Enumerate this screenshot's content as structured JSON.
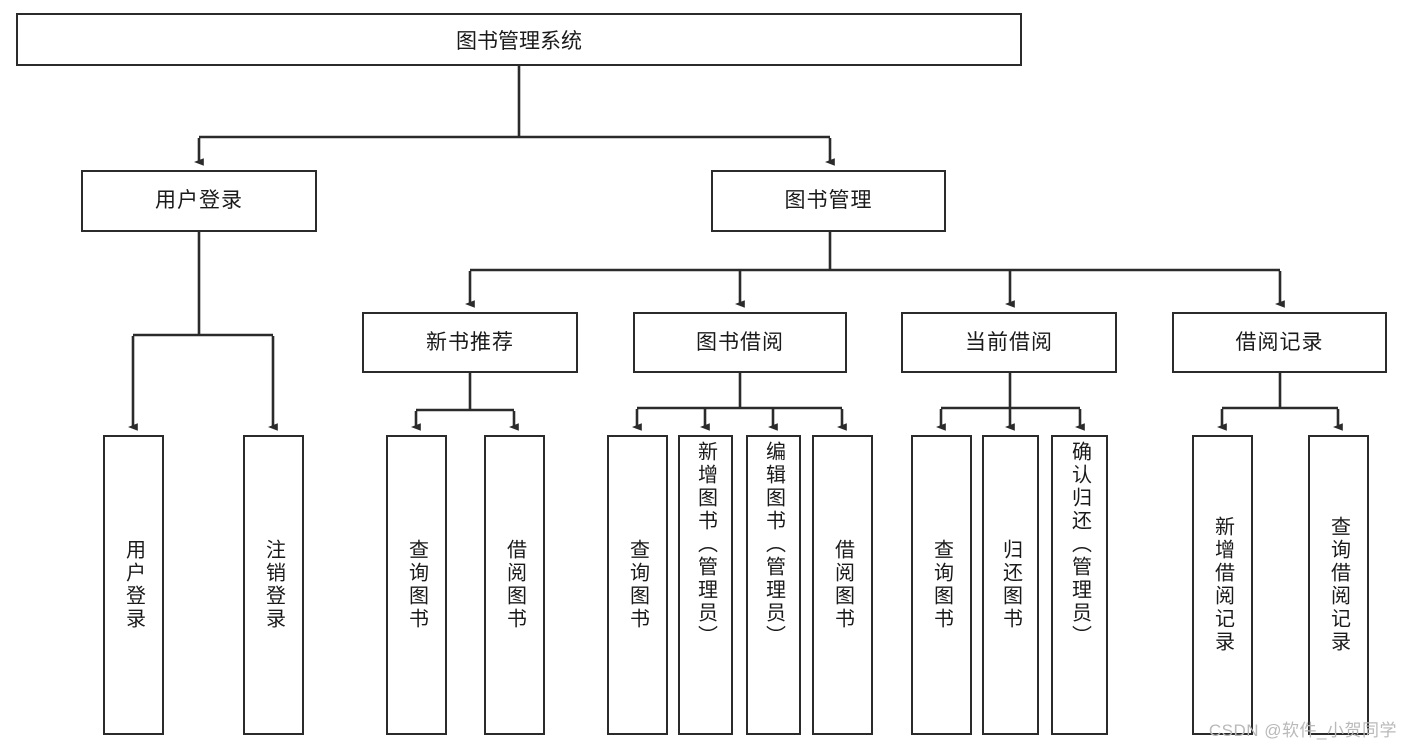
{
  "diagram": {
    "title": "图书管理系统",
    "root": {
      "label": "图书管理系统"
    },
    "level2": [
      {
        "label": "用户登录"
      },
      {
        "label": "图书管理"
      }
    ],
    "level3": [
      {
        "label": "新书推荐"
      },
      {
        "label": "图书借阅"
      },
      {
        "label": "当前借阅"
      },
      {
        "label": "借阅记录"
      }
    ],
    "leaves": {
      "user_login": [
        {
          "label": "用户登录"
        },
        {
          "label": "注销登录"
        }
      ],
      "new_book_recommend": [
        {
          "label": "查询图书"
        },
        {
          "label": "借阅图书"
        }
      ],
      "book_borrow": [
        {
          "label": "查询图书"
        },
        {
          "label": "新增图书（管理员）"
        },
        {
          "label": "编辑图书（管理员）"
        },
        {
          "label": "借阅图书"
        }
      ],
      "current_borrow": [
        {
          "label": "查询图书"
        },
        {
          "label": "归还图书"
        },
        {
          "label": "确认归还（管理员）"
        }
      ],
      "borrow_record": [
        {
          "label": "新增借阅记录"
        },
        {
          "label": "查询借阅记录"
        }
      ]
    },
    "watermark": "CSDN @软件_小贺同学",
    "colors": {
      "stroke": "#2b2b2b",
      "fill": "#ffffff",
      "text": "#1a1a1a",
      "watermark": "#b9b9b9"
    }
  }
}
